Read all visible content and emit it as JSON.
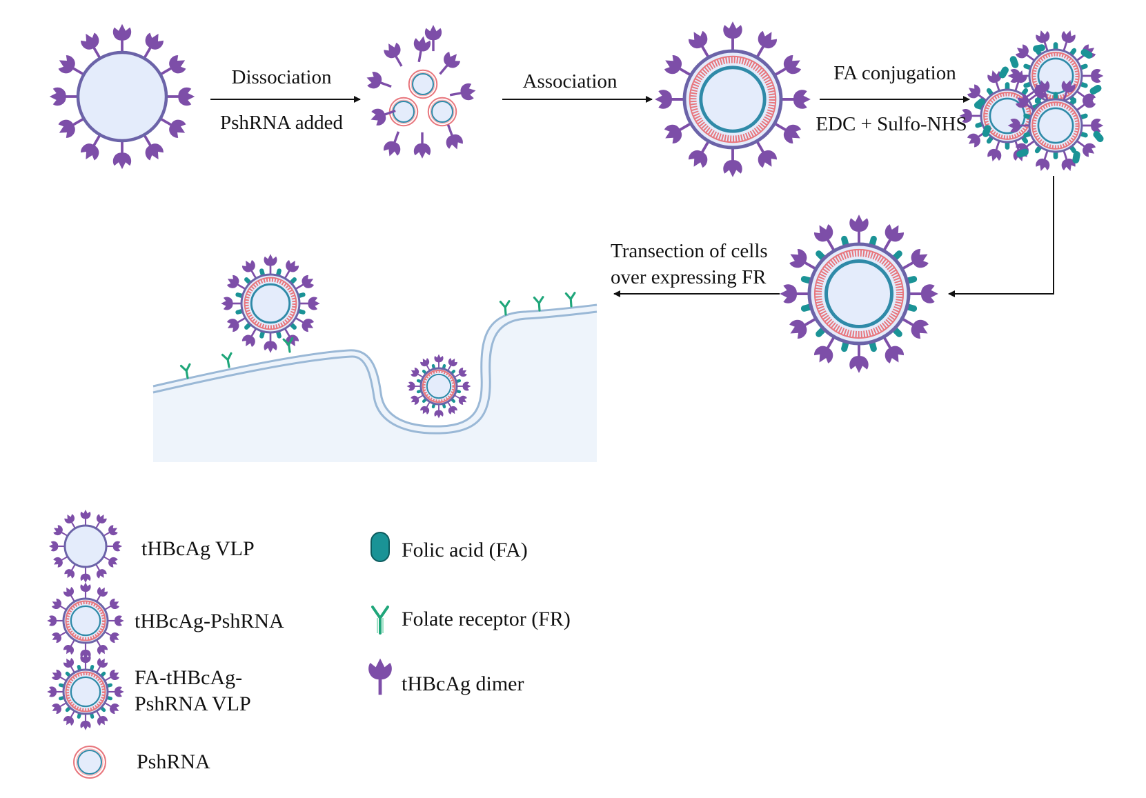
{
  "process": {
    "step1_top": "Dissociation",
    "step1_bottom": "PshRNA added",
    "step2_top": "Association",
    "step3_top": "FA conjugation",
    "step3_bottom": "EDC + Sulfo-NHS",
    "step4_line1": "Transection of cells",
    "step4_line2": "over expressing FR"
  },
  "legend": {
    "vlp": "tHBcAg VLP",
    "vlp_pshrna": "tHBcAg-PshRNA",
    "fa_vlp_line1": "FA-tHBcAg-",
    "fa_vlp_line2": "PshRNA VLP",
    "pshrna": "PshRNA",
    "folic_acid": "Folic acid (FA)",
    "folate_receptor": "Folate receptor (FR)",
    "dimer": "tHBcAg dimer"
  },
  "colors": {
    "capsid": "#6b63a8",
    "capsid_fill": "#e4ecfb",
    "dimer": "#7d4ea8",
    "rna_outer": "#e8767d",
    "rna_inner": "#2f8aa8",
    "folic_acid": "#1a9396",
    "receptor": "#1fa67a",
    "cell": "#eef4fb",
    "membrane": "#9ab8d6"
  }
}
